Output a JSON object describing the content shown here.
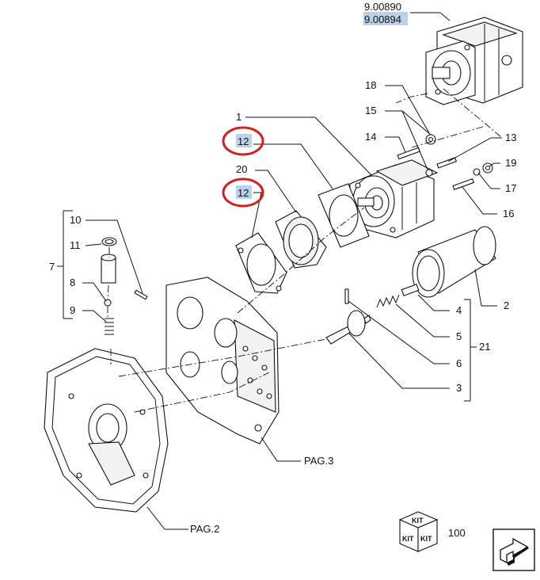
{
  "ref_codes": {
    "primary": "9.00890",
    "alternate": "9.00894"
  },
  "callouts": {
    "c1": "1",
    "c2": "2",
    "c3": "3",
    "c4": "4",
    "c5": "5",
    "c6": "6",
    "c7": "7",
    "c8": "8",
    "c9": "9",
    "c10": "10",
    "c11": "11",
    "c12a": "12",
    "c12b": "12",
    "c13": "13",
    "c14": "14",
    "c15": "15",
    "c16": "16",
    "c17": "17",
    "c18": "18",
    "c19": "19",
    "c20": "20",
    "c21": "21"
  },
  "page_refs": {
    "pag3": "PAG.3",
    "pag2": "PAG.2"
  },
  "kit": {
    "face_label": "KIT",
    "number": "100"
  },
  "highlight_color": "#b9d2ea",
  "circle_color": "#d42020",
  "icons": [
    "kit-box-icon",
    "next-page-arrow-icon"
  ]
}
